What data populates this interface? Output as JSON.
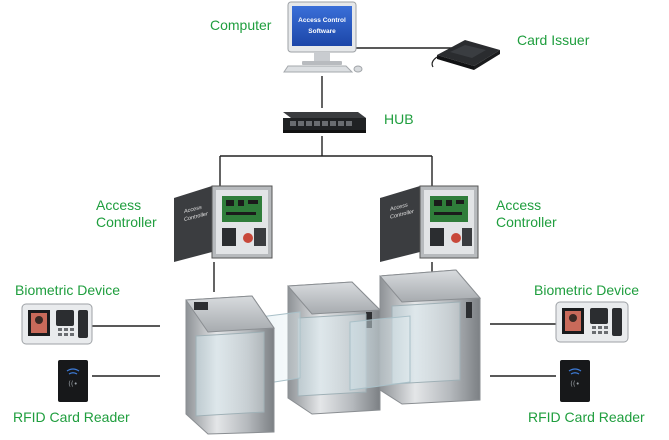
{
  "colors": {
    "label": "#1f9e3e",
    "wire": "#222222",
    "screen": "#2456c4",
    "metal": "#b9bcc0"
  },
  "labels": {
    "computer": "Computer",
    "card_issuer": "Card Issuer",
    "hub": "HUB",
    "access_controller_left_1": "Access",
    "access_controller_left_2": "Controller",
    "access_controller_right_1": "Access",
    "access_controller_right_2": "Controller",
    "biometric_left": "Biometric Device",
    "biometric_right": "Biometric Device",
    "rfid_left": "RFID Card Reader",
    "rfid_right": "RFID Card Reader"
  },
  "screen_text": {
    "line1": "Access Control",
    "line2": "Software"
  },
  "cabinet_text": {
    "line1": "Access",
    "line2": "Controller"
  }
}
